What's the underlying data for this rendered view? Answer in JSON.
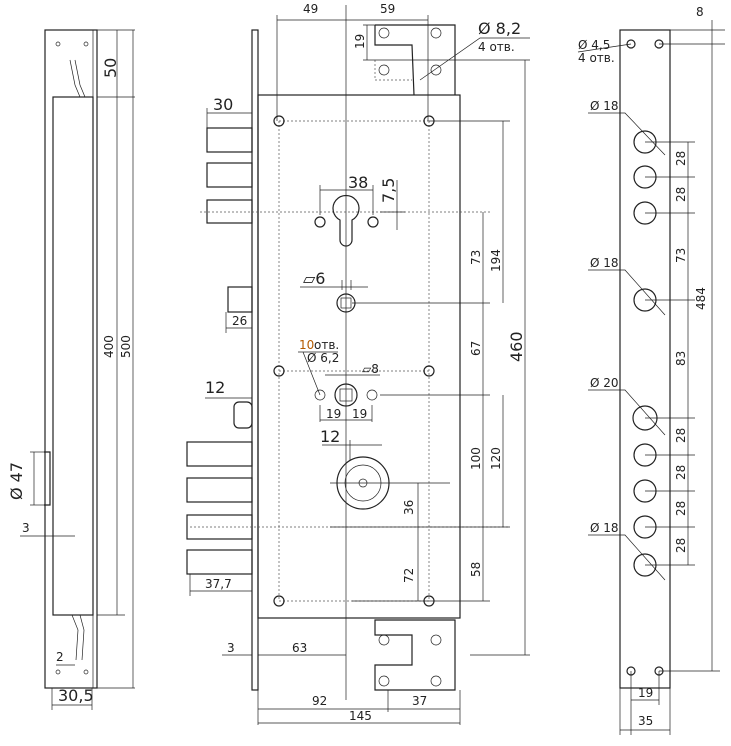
{
  "side_view": {
    "height_50": "50",
    "height_400": "400",
    "height_500": "500",
    "notch_47": "Ø 47",
    "offset_3": "3",
    "offset_2": "2",
    "width_30_5": "30,5"
  },
  "front_view": {
    "dim_49": "49",
    "dim_59": "59",
    "dim_19_top": "19",
    "hole_dia": "Ø 8,2",
    "hole_count": "4 отв.",
    "bolt_30": "30",
    "dim_38": "38",
    "dim_7_5": "7,5",
    "dim_73": "73",
    "dim_194": "194",
    "dim_460": "460",
    "square_6": "▱6",
    "latch_26": "26",
    "holes_10": "10",
    "holes_10_unit": "отв.",
    "holes_dia": "Ø 6,2",
    "square_8": "▱8",
    "dim_67": "67",
    "dim_12_a": "12",
    "dim_19_l": "19",
    "dim_19_r": "19",
    "dim_12_b": "12",
    "dim_100": "100",
    "dim_120": "120",
    "dim_36": "36",
    "dim_72": "72",
    "dim_58": "58",
    "bolt_37_7": "37,7",
    "dim_3": "3",
    "dim_63": "63",
    "dim_92": "92",
    "dim_37": "37",
    "dim_145": "145"
  },
  "right_view": {
    "dim_8": "8",
    "small_hole_dia": "Ø 4,5",
    "small_hole_count": "4 отв.",
    "d18_a": "Ø 18",
    "d18_b": "Ø 18",
    "d20": "Ø 20",
    "d18_c": "Ø 18",
    "s28_a": "28",
    "s28_b": "28",
    "s73": "73",
    "s484": "484",
    "s83": "83",
    "s28_c": "28",
    "s28_d": "28",
    "s28_e": "28",
    "s28_f": "28",
    "dim_19": "19",
    "dim_35": "35"
  }
}
